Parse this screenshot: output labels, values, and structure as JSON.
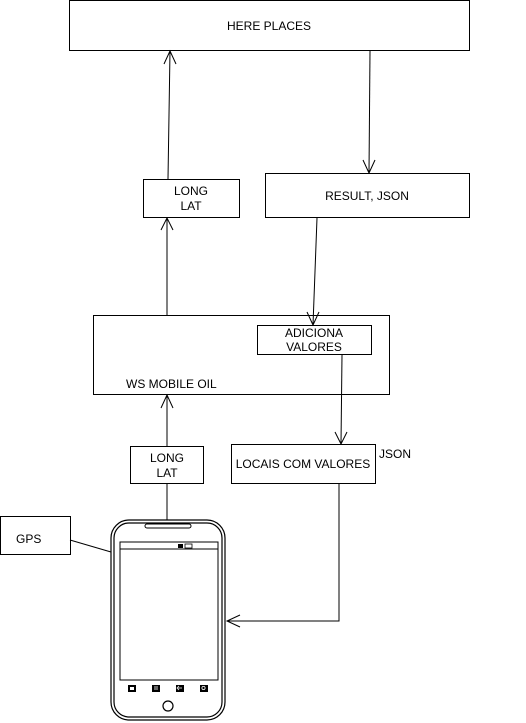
{
  "nodes": {
    "here_places": "HERE PLACES",
    "long_lat_top_line1": "LONG",
    "long_lat_top_line2": "LAT",
    "result_json": "RESULT, JSON",
    "ws_mobile_oil": "WS  MOBILE  OIL",
    "adiciona_line1": "ADICIONA",
    "adiciona_line2": "VALORES",
    "long_lat_bottom_line1": "LONG",
    "long_lat_bottom_line2": "LAT",
    "locais_com_valores": "LOCAIS COM VALORES",
    "json_label": "JSON",
    "gps": "GPS"
  },
  "icons": {
    "phone": "smartphone-icon"
  }
}
